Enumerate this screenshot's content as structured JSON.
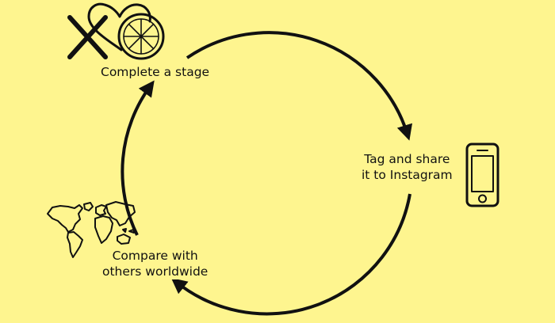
{
  "diagram": {
    "stages": [
      {
        "lines": [
          "Complete a stage"
        ],
        "icon": "x-heart-citrus-icon"
      },
      {
        "lines": [
          "Tag and share",
          "it to Instagram"
        ],
        "icon": "smartphone-icon"
      },
      {
        "lines": [
          "Compare with",
          "others worldwide"
        ],
        "icon": "world-map-icon"
      }
    ],
    "colors": {
      "background": "#fef58f",
      "stroke": "#111111"
    }
  }
}
